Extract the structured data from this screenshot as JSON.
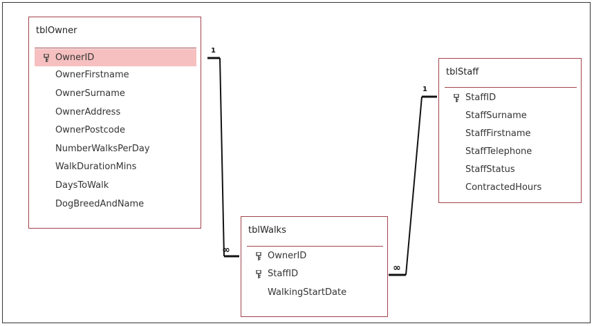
{
  "tables": {
    "owner": {
      "title": "tblOwner",
      "fields": [
        {
          "name": "OwnerID",
          "key": true,
          "selected": true
        },
        {
          "name": "OwnerFirstname"
        },
        {
          "name": "OwnerSurname"
        },
        {
          "name": "OwnerAddress"
        },
        {
          "name": "OwnerPostcode"
        },
        {
          "name": "NumberWalksPerDay"
        },
        {
          "name": "WalkDurationMins"
        },
        {
          "name": "DaysToWalk"
        },
        {
          "name": "DogBreedAndName"
        }
      ]
    },
    "walks": {
      "title": "tblWalks",
      "fields": [
        {
          "name": "OwnerID",
          "key": true
        },
        {
          "name": "StaffID",
          "key": true
        },
        {
          "name": "WalkingStartDate"
        }
      ]
    },
    "staff": {
      "title": "tblStaff",
      "fields": [
        {
          "name": "StaffID",
          "key": true
        },
        {
          "name": "StaffSurname"
        },
        {
          "name": "StaffFirstname"
        },
        {
          "name": "StaffTelephone"
        },
        {
          "name": "StaffStatus"
        },
        {
          "name": "ContractedHours"
        }
      ]
    }
  },
  "relationships": {
    "owner_walks": {
      "one_label": "1",
      "many_label": "∞"
    },
    "staff_walks": {
      "one_label": "1",
      "many_label": "∞"
    }
  },
  "colors": {
    "table_border": "#a0414a",
    "selected_row": "#f6c0c0"
  }
}
